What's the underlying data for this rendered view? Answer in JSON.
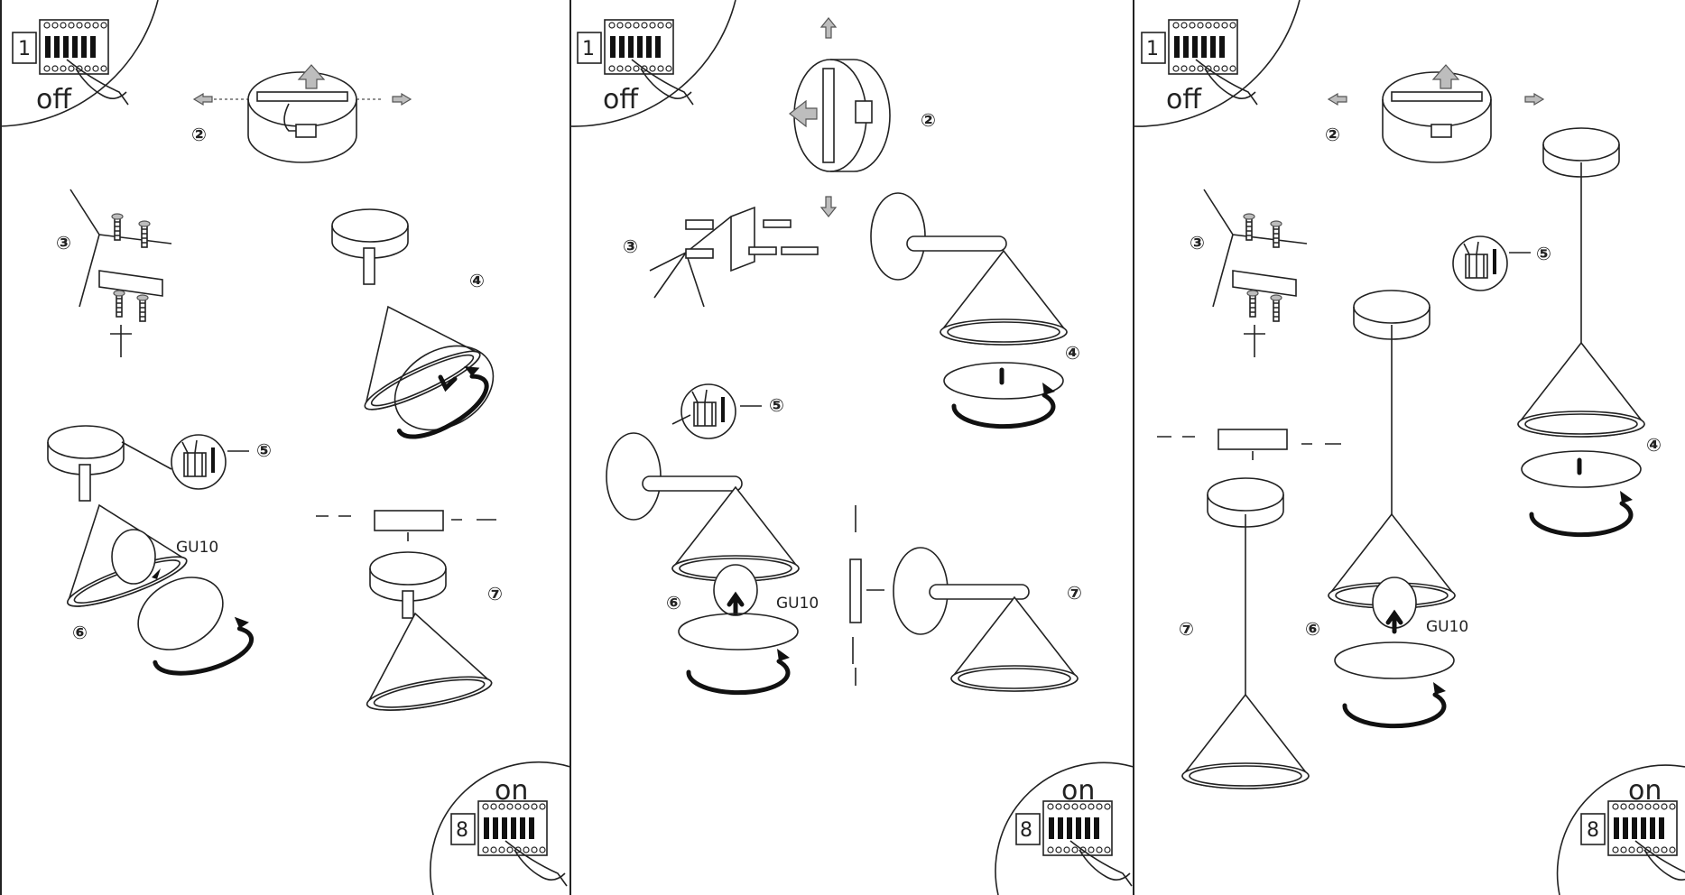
{
  "labels": {
    "off": "off",
    "on": "on",
    "gu10": "GU10",
    "box_start": "1",
    "box_end": "8"
  },
  "steps": {
    "s2": "②",
    "s3": "③",
    "s4": "④",
    "s5": "⑤",
    "s6": "⑥",
    "s7": "⑦"
  }
}
